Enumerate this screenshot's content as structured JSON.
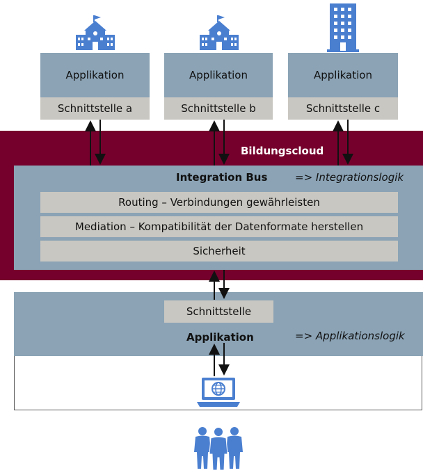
{
  "top_apps": [
    {
      "app_label": "Applikation",
      "interface_label": "Schnittstelle a",
      "icon": "school-building-icon"
    },
    {
      "app_label": "Applikation",
      "interface_label": "Schnittstelle b",
      "icon": "school-building-icon"
    },
    {
      "app_label": "Applikation",
      "interface_label": "Schnittstelle c",
      "icon": "office-tower-icon"
    }
  ],
  "cloud": {
    "title": "Bildungscloud",
    "bus_title": "Integration Bus",
    "bus_note": "=> Integrationslogik",
    "layers": [
      "Routing – Verbindungen gewährleisten",
      "Mediation – Kompatibilität der Datenformate herstellen",
      "Sicherheit"
    ]
  },
  "bottom_app": {
    "interface_label": "Schnittstelle",
    "app_label": "Applikation",
    "note": "=> Applikationslogik"
  },
  "icons": {
    "client": "laptop-globe-icon",
    "users": "users-group-icon"
  },
  "colors": {
    "cloud": "#76002c",
    "box_blue": "#8ba3b5",
    "interface_gray": "#c9c7c1",
    "icon_blue": "#4a7fd0"
  }
}
